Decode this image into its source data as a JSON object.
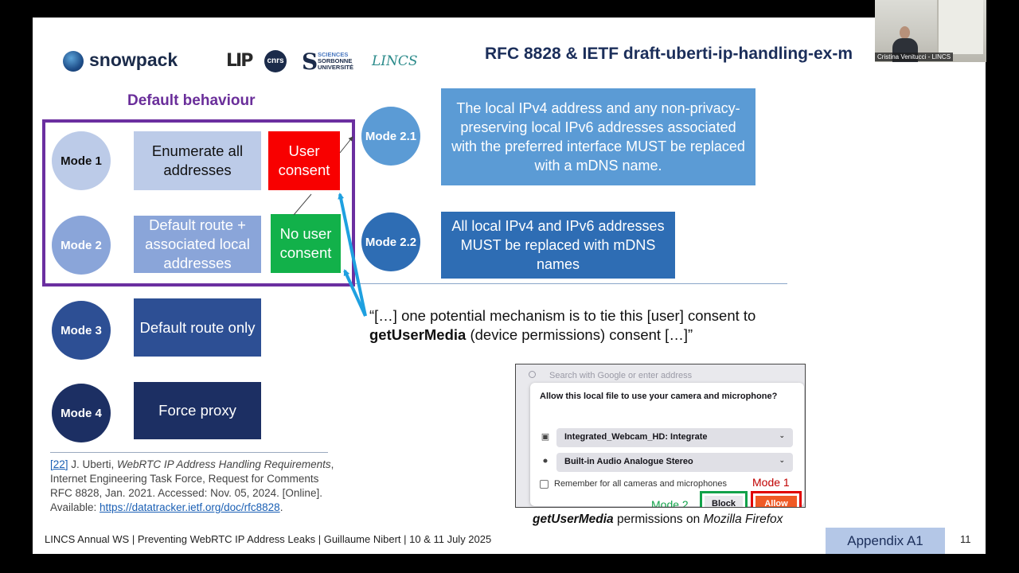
{
  "logos": {
    "snowpack": "snowpack",
    "lip": "LIP",
    "cnrs": "cnrs",
    "sorbonne_s": "S",
    "sorbonne_lines": [
      "SCIENCES",
      "SORBONNE",
      "UNIVERSITÉ"
    ],
    "lincs": "LINCS"
  },
  "slide": {
    "title": "RFC 8828 & IETF draft-uberti-ip-handling-ex-m",
    "default_behaviour": "Default behaviour",
    "modes": {
      "mode1": "Mode 1",
      "mode2": "Mode 2",
      "mode3": "Mode 3",
      "mode4": "Mode 4",
      "mode21": "Mode 2.1",
      "mode22": "Mode 2.2"
    },
    "boxes": {
      "enumerate": "Enumerate all addresses",
      "default_route_local": "Default route + associated local addresses",
      "default_route_only": "Default route only",
      "force_proxy": "Force proxy",
      "user_consent": "User consent",
      "no_user_consent": "No user consent"
    },
    "mode21_text": "The local IPv4 address and any non-privacy-preserving local IPv6 addresses associated with the preferred interface MUST be replaced with a mDNS name.",
    "mode22_text": "All local IPv4 and IPv6 addresses MUST be replaced with mDNS names",
    "quote": {
      "line1": "“[…] one potential mechanism is to tie this [user] consent to",
      "bold": "getUserMedia",
      "line2_rest": " (device permissions) consent […]”"
    },
    "reference": {
      "number": "[22]",
      "author": " J. Uberti, ",
      "title": "WebRTC IP Address Handling Requirements",
      "rest": ", Internet Engineering Task Force, Request for Comments RFC 8828, Jan. 2021. Accessed: Nov. 05, 2024. [Online]. Available: ",
      "link": "https://datatracker.ietf.org/doc/rfc8828",
      "end": "."
    },
    "firefox": {
      "search_placeholder": "Search with Google or enter address",
      "prompt": "Allow this local file to use your camera and microphone?",
      "camera": "Integrated_Webcam_HD: Integrate",
      "microphone": "Built-in Audio Analogue Stereo",
      "remember": "Remember for all cameras and microphones",
      "mode1_label": "Mode 1",
      "mode2_label": "Mode 2",
      "block": "Block",
      "allow": "Allow",
      "icons": [
        "search-icon",
        "camera-icon",
        "microphone-icon",
        "chevron-down-icon"
      ]
    },
    "caption": {
      "bold": "getUserMedia",
      "middle": " permissions on ",
      "italic": "Mozilla Firefox"
    },
    "footer": "LINCS Annual WS | Preventing WebRTC IP Address Leaks | Guillaume Nibert | 10 & 11 July 2025",
    "appendix": "Appendix A1",
    "page_number": "11"
  },
  "webcam": {
    "name": "Cristina Venitucci - LINCS"
  },
  "colors": {
    "purple": "#6b2fa0",
    "red": "#f80000",
    "green": "#12b14a",
    "arrow_blue": "#1ea0e0",
    "mode3": "#2d4f94",
    "mode4": "#1c2f63"
  }
}
